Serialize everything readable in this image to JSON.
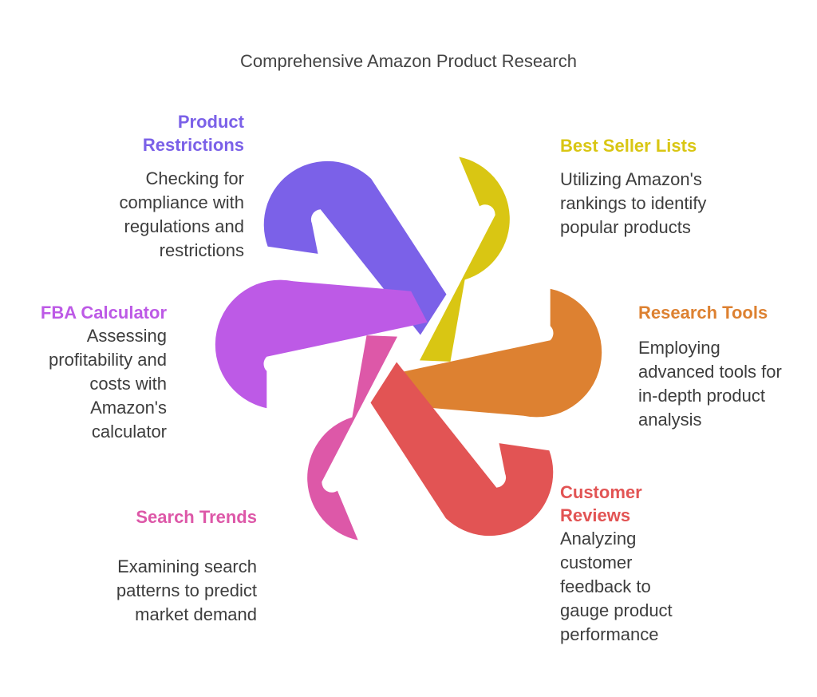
{
  "title": "Comprehensive Amazon Product Research",
  "items": [
    {
      "id": "product-restrictions",
      "title": "Product Restrictions",
      "description": "Checking for compliance with regulations and restrictions",
      "color": "#7b61e8"
    },
    {
      "id": "best-seller-lists",
      "title": "Best Seller Lists",
      "description": "Utilizing Amazon's rankings to identify popular products",
      "color": "#d9c613"
    },
    {
      "id": "research-tools",
      "title": "Research Tools",
      "description": "Employing advanced tools for in-depth product analysis",
      "color": "#dd8131"
    },
    {
      "id": "customer-reviews",
      "title": "Customer Reviews",
      "description": "Analyzing customer feedback to gauge product performance",
      "color": "#e25454"
    },
    {
      "id": "search-trends",
      "title": "Search Trends",
      "description": "Examining search patterns to predict market demand",
      "color": "#dd58a8"
    },
    {
      "id": "fba-calculator",
      "title": "FBA Calculator",
      "description": "Assessing profitability and costs with Amazon's calculator",
      "color": "#bd5ae6"
    }
  ]
}
